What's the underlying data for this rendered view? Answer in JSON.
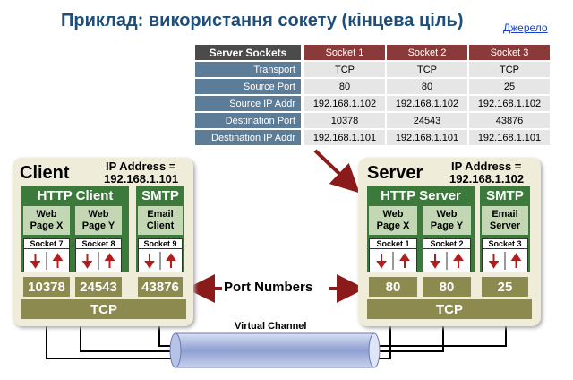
{
  "title": "Приклад: використання сокету (кінцева ціль)",
  "source_link": "Джерело",
  "table": {
    "header": "Server Sockets",
    "sockets": [
      "Socket 1",
      "Socket 2",
      "Socket 3"
    ],
    "rows": [
      {
        "label": "Transport",
        "values": [
          "TCP",
          "TCP",
          "TCP"
        ]
      },
      {
        "label": "Source Port",
        "values": [
          "80",
          "80",
          "25"
        ]
      },
      {
        "label": "Source IP Addr",
        "values": [
          "192.168.1.102",
          "192.168.1.102",
          "192.168.1.102"
        ]
      },
      {
        "label": "Destination Port",
        "values": [
          "10378",
          "24543",
          "43876"
        ]
      },
      {
        "label": "Destination IP Addr",
        "values": [
          "192.168.1.101",
          "192.168.1.101",
          "192.168.1.101"
        ]
      }
    ]
  },
  "client": {
    "name": "Client",
    "ip_label": "IP Address =",
    "ip": "192.168.1.101",
    "http_label": "HTTP Client",
    "smtp_label": "SMTP",
    "apps": [
      "Web\nPage X",
      "Web\nPage Y",
      "Email\nClient"
    ],
    "sockets": [
      "Socket 7",
      "Socket 8",
      "Socket 9"
    ],
    "ports": [
      "10378",
      "24543",
      "43876"
    ],
    "transport": "TCP"
  },
  "server": {
    "name": "Server",
    "ip_label": "IP Address =",
    "ip": "192.168.1.102",
    "http_label": "HTTP Server",
    "smtp_label": "SMTP",
    "apps": [
      "Web\nPage X",
      "Web\nPage Y",
      "Email\nServer"
    ],
    "sockets": [
      "Socket 1",
      "Socket 2",
      "Socket 3"
    ],
    "ports": [
      "80",
      "80",
      "25"
    ],
    "transport": "TCP"
  },
  "port_numbers_label": "Port Numbers",
  "virtual_channel_label": "Virtual Channel",
  "colors": {
    "title": "#1f4e79",
    "green": "#3c7a3c",
    "olive": "#8c8a4f",
    "socket_header": "#8b3a3a",
    "row_label": "#5d7c98",
    "arrow": "#8b1a1a"
  }
}
